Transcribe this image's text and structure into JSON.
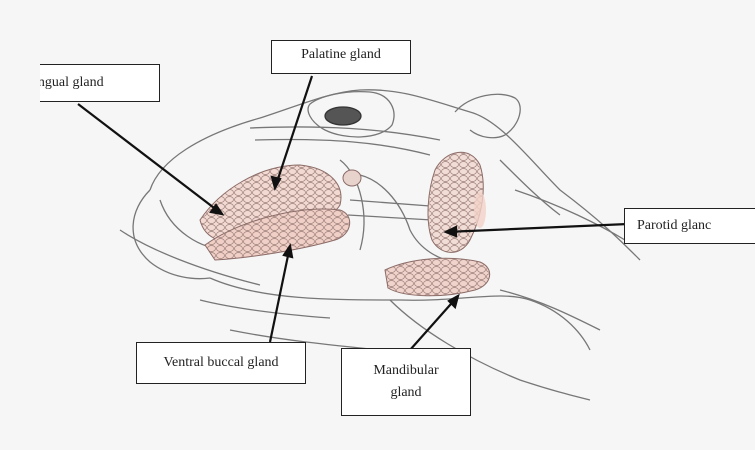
{
  "diagram": {
    "labels": {
      "lingual": "ingual gland",
      "palatine": "Palatine gland",
      "parotid": "Parotid glanc",
      "ventral_buccal": "Ventral buccal gland",
      "mandibular_line1": "Mandibular",
      "mandibular_line2": "gland"
    },
    "colors": {
      "ink": "#222222",
      "gland_fill": "#f2d9d2",
      "gland_stroke": "#8a6a66",
      "sketch": "#777777"
    }
  }
}
